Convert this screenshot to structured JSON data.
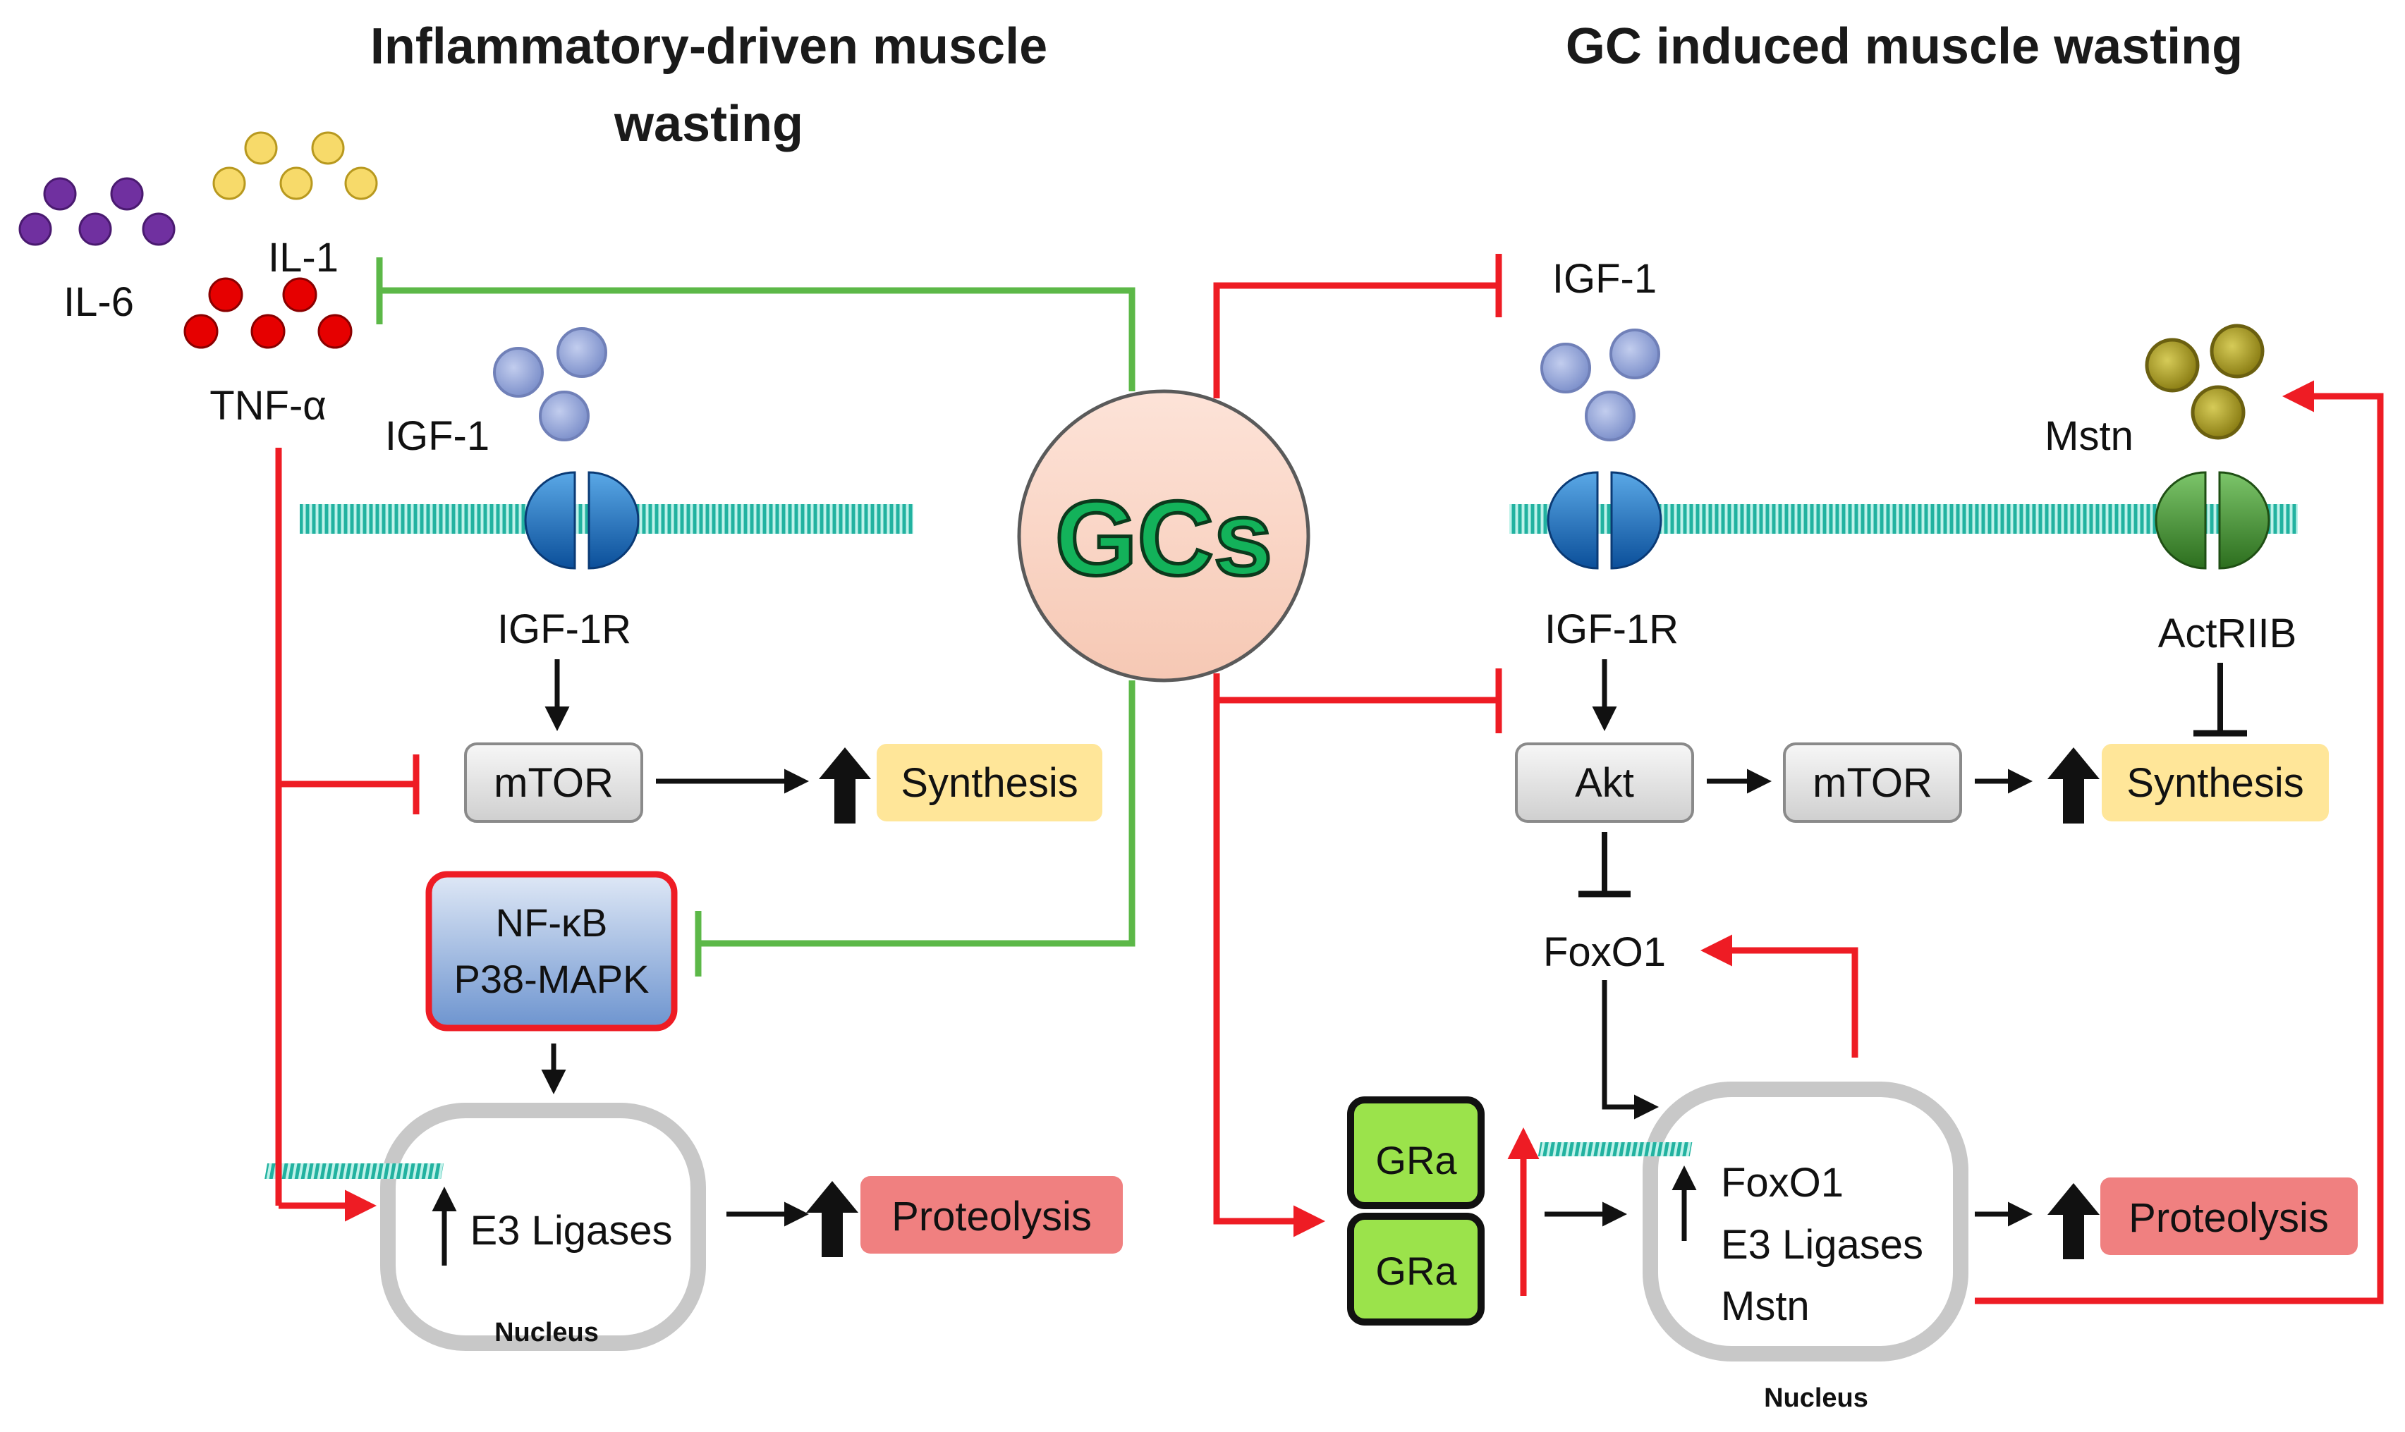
{
  "left_panel": {
    "title_line1": "Inflammatory-driven muscle",
    "title_line2": "wasting",
    "cytokines": {
      "il6": "IL-6",
      "il1": "IL-1",
      "tnf": "TNF-α"
    },
    "igf1": "IGF-1",
    "igf1r": "IGF-1R",
    "mtor": "mTOR",
    "synthesis": "Synthesis",
    "nfkb": "NF-κB",
    "p38": "P38-MAPK",
    "e3": "E3 Ligases",
    "nucleus": "Nucleus",
    "proteolysis": "Proteolysis"
  },
  "right_panel": {
    "title": "GC induced muscle wasting",
    "igf1_top": "IGF-1",
    "mstn_ligand": "Mstn",
    "igf1r": "IGF-1R",
    "actriib": "ActRIIB",
    "akt": "Akt",
    "mtor": "mTOR",
    "synthesis": "Synthesis",
    "foxo1": "FoxO1",
    "gra_1": "GRa",
    "gra_2": "GRa",
    "nucleus_foxo1": "FoxO1",
    "nucleus_e3": "E3 Ligases",
    "nucleus_mstn": "Mstn",
    "nucleus": "Nucleus",
    "proteolysis": "Proteolysis"
  },
  "center": {
    "gcs": "GCs"
  },
  "colors": {
    "inhibit_green": "#5cb848",
    "inhibit_red": "#ee1c24",
    "synthesis_fill": "#ffe699",
    "proteolysis_fill": "#f08080",
    "gc_fill": "#fad7c8",
    "gra_fill": "#9be34b",
    "il6_dot": "#7030a0",
    "il1_dot": "#f7da6a",
    "tnf_dot": "#e60000",
    "igf1_dot": "#8fa4d8",
    "mstn_dot": "#9b8f22"
  }
}
